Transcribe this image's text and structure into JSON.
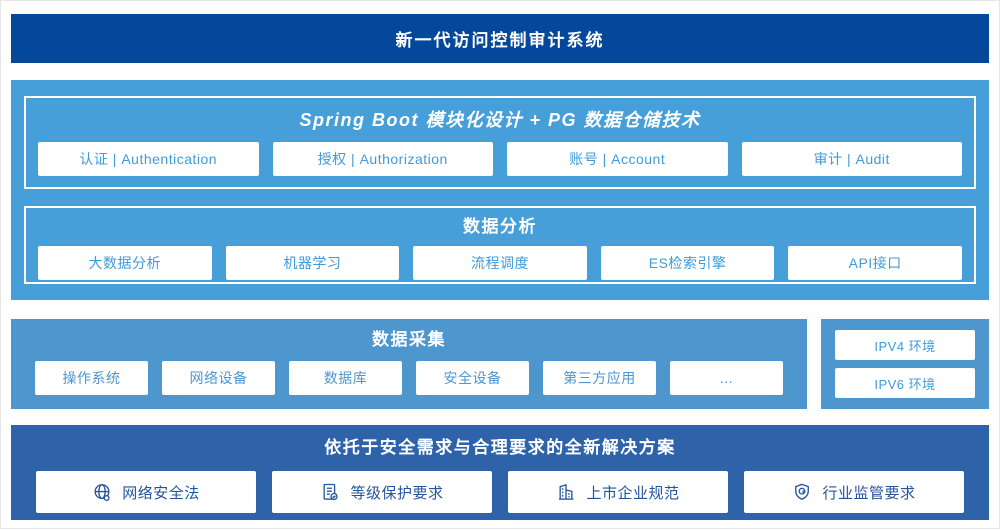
{
  "banner": {
    "title": "新一代访问控制审计系统"
  },
  "platform": {
    "header": "Spring Boot 模块化设计 + PG 数据仓储技术",
    "modules": [
      "认证 | Authentication",
      "授权 | Authorization",
      "账号 | Account",
      "审计 | Audit"
    ],
    "analysis": {
      "title": "数据分析",
      "items": [
        "大数据分析",
        "机器学习",
        "流程调度",
        "ES检索引擎",
        "API接口"
      ]
    }
  },
  "collection": {
    "title": "数据采集",
    "items": [
      "操作系统",
      "网络设备",
      "数据库",
      "安全设备",
      "第三方应用",
      "…"
    ],
    "environments": [
      "IPV4 环境",
      "IPV6 环境"
    ]
  },
  "solution": {
    "title": "依托于安全需求与合理要求的全新解决方案",
    "items": [
      {
        "icon": "globe-icon",
        "label": "网络安全法"
      },
      {
        "icon": "document-check-icon",
        "label": "等级保护要求"
      },
      {
        "icon": "building-icon",
        "label": "上市企业规范"
      },
      {
        "icon": "shield-search-icon",
        "label": "行业监管要求"
      }
    ]
  },
  "colors": {
    "banner_bg": "#04489B",
    "platform_bg": "#479FD9",
    "collection_bg": "#4D96CE",
    "solution_bg": "#2E62A9",
    "box_text_light": "#3F9BD9",
    "box_text_dark": "#24549C"
  }
}
